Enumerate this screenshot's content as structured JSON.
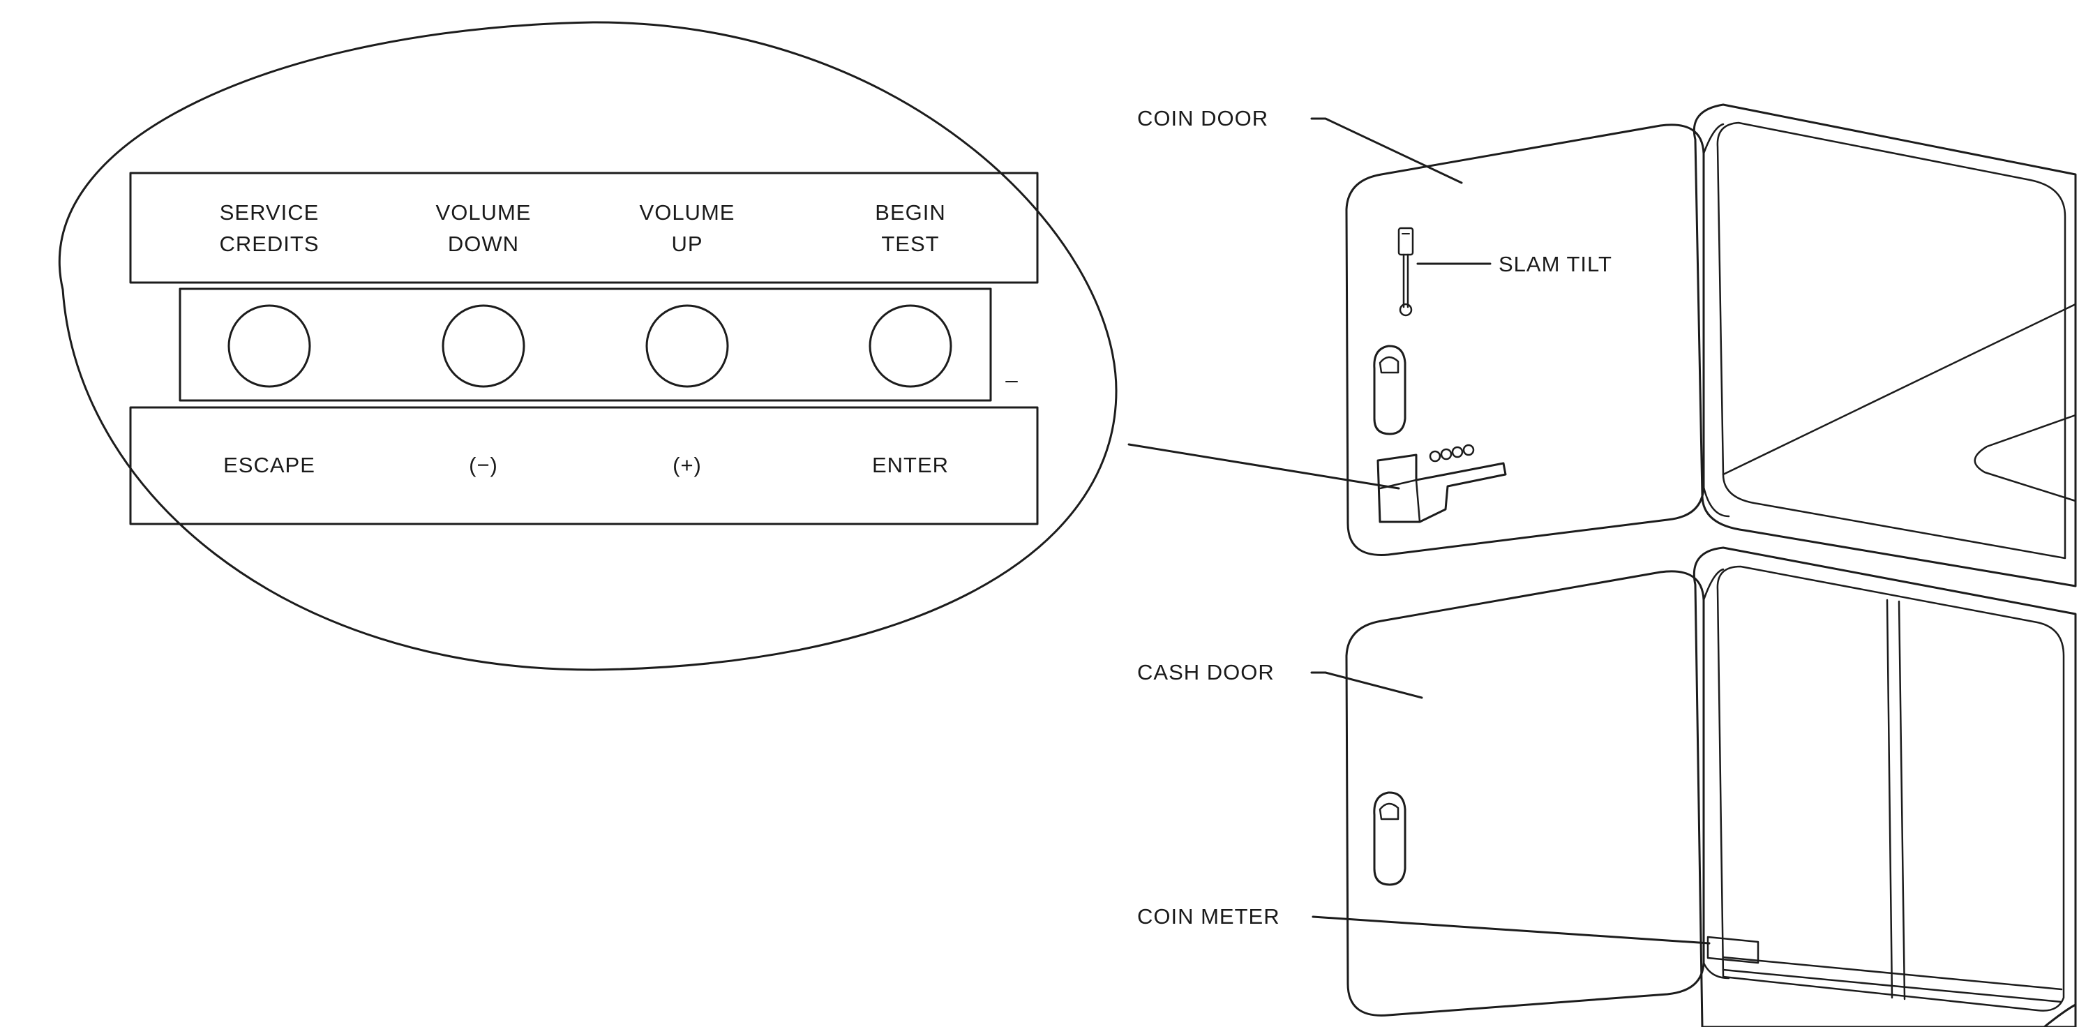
{
  "panel": {
    "top_labels": [
      {
        "line1": "SERVICE",
        "line2": "CREDITS"
      },
      {
        "line1": "VOLUME",
        "line2": "DOWN"
      },
      {
        "line1": "VOLUME",
        "line2": "UP"
      },
      {
        "line1": "BEGIN",
        "line2": "TEST"
      }
    ],
    "bottom_labels": [
      "ESCAPE",
      "(−)",
      "(+)",
      "ENTER"
    ]
  },
  "callouts": {
    "coin_door": "COIN DOOR",
    "slam_tilt": "SLAM TILT",
    "cash_door": "CASH DOOR",
    "coin_meter": "COIN METER"
  },
  "colors": {
    "ink": "#1c1c1c",
    "background": "#ffffff"
  }
}
